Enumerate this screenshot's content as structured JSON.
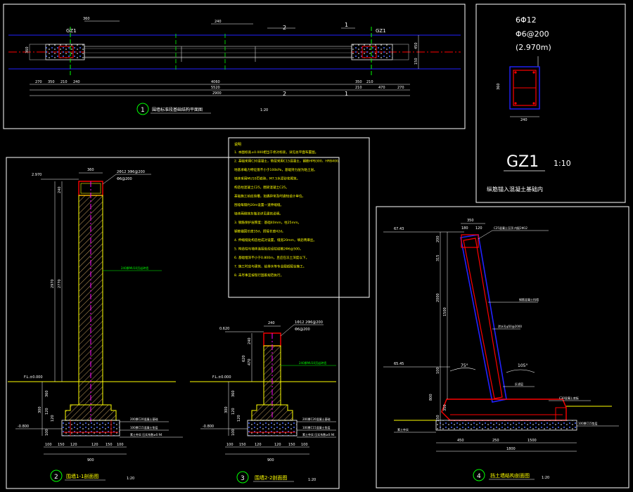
{
  "colors": {
    "bg": "#000000",
    "frame": "#ffffff",
    "axis": "#0000ff",
    "rebar": "#ff0000",
    "hatch": "#ff00ff",
    "text": "#ffffff",
    "note": "#ffff00",
    "leader": "#00ff00",
    "ground": "#ffff00"
  },
  "plan": {
    "gz_left": "GZ1",
    "gz_right": "GZ1",
    "cut1": "1",
    "cut2": "2",
    "rebar_top": "360",
    "rebar_mid": "240",
    "side_dims": [
      "360",
      "450",
      "150"
    ],
    "top_dims": [
      "270",
      "350",
      "210",
      "240",
      "4060",
      "350",
      "210",
      "470",
      "270"
    ],
    "mid_dims": [
      "5520",
      "210"
    ],
    "total": "2900",
    "cut2b": "2",
    "cut1b": "1",
    "caption_num": "1",
    "caption": "围墙标准段基础结构平面图",
    "scale": "1:20"
  },
  "gz1": {
    "rebar1": "6Φ12",
    "rebar2": "Φ6@200",
    "elev": "(2.970m)",
    "width": "240",
    "height": "360",
    "title": "GZ1",
    "scale": "1:10",
    "caption": "纵筋锚入混凝土基础内"
  },
  "notes": {
    "title": "说明",
    "lines": [
      "1. 本图标高±0.000相当于绝对标高，详见总平面布置图。",
      "2. 基础采用C30混凝土，垫层采用C15混凝土，钢筋HPB300、HRB400。",
      "   地基承载力特征值不小于100kPa，基础持力层为粘土层。",
      "   墙体采用MU10页岩砖，M7.5水泥砂浆砌筑。",
      "   构造柱混凝土C25，圈梁混凝土C25。",
      "   基础施工前应验槽，如遇异常及时通知设计单位。",
      "   围墙每隔约20m设置一道伸缩缝。",
      "   墙体两侧抹灰做法详见建筑说明。",
      "3. 钢筋保护层厚度：基础40mm，柱25mm。",
      "   钢筋锚固长度35d，搭接长度42d。",
      "4. 伸缩缝处构造柱成对设置，缝宽20mm，填沥青麻丝。",
      "5. 构造柱与墙体连接处应设拉结筋2Φ6@500。",
      "6. 基础埋深不小于0.800m，且应在冻土深度以下。",
      "7. 施工时应与建筑、给排水等专业图纸配合施工。",
      "8. 未尽事宜按现行国家规范执行。"
    ]
  },
  "sec1": {
    "elev_top": "2.970",
    "top_w": "360",
    "beam_r1": "2Φ12 3Φ6@200",
    "beam_r2": "Φ6@200",
    "dims_v": [
      "240",
      "2970",
      "2770"
    ],
    "ground": "F.L.±0.000",
    "depth": "-0.800",
    "found_v": [
      "300",
      "360",
      "120",
      "120",
      "100"
    ],
    "leader": "240厚MU10页岩砖墙",
    "found_n1": "200厚C20混凝土基础",
    "found_n2": "100厚C15混凝土垫层",
    "found_n3": "素土夯实 压实系数≥0.94",
    "bot_dims": [
      "100",
      "150",
      "120",
      "120",
      "150",
      "100"
    ],
    "total": "900",
    "caption_num": "2",
    "caption": "围墙1-1剖面图",
    "scale": "1:20"
  },
  "sec2": {
    "elev_top": "0.620",
    "top_w": "240",
    "beam_r1": "1Φ12 2Φ6@200",
    "beam_r2": "Φ6@200",
    "dims_v": [
      "240",
      "620",
      "470"
    ],
    "ground": "F.L.±0.000",
    "depth": "-0.800",
    "leader": "240厚MU10页岩砖墙",
    "found_n1": "200厚C20混凝土基础",
    "found_n2": "100厚C15混凝土垫层",
    "found_n3": "素土夯实 压实系数≥0.94",
    "found_v": [
      "300",
      "360",
      "120",
      "120",
      "100"
    ],
    "bot_dims": [
      "100",
      "150",
      "120",
      "120",
      "150",
      "100"
    ],
    "total": "900",
    "caption_num": "3",
    "caption": "围墙2-2剖面图",
    "scale": "1:20"
  },
  "sec4": {
    "elev1": "67.43",
    "elev2": "65.45",
    "top_dims": [
      "350",
      "180",
      "120"
    ],
    "dims_v": [
      "200",
      "315",
      "1500",
      "2000",
      "100",
      "350",
      "150",
      "800"
    ],
    "angle1": "75°",
    "angle2": "105°",
    "notes": [
      "C25混凝土压顶 内配2Φ12",
      "钢筋混凝土挡墙",
      "泄水孔φ50@2000",
      "反滤层",
      "C30混凝土底板",
      "100厚C15垫层",
      "素土夯实"
    ],
    "bot_dims": [
      "450",
      "250",
      "1500"
    ],
    "total": "1800",
    "caption_num": "4",
    "caption": "挡土墙结构剖面图",
    "scale": "1:20"
  }
}
